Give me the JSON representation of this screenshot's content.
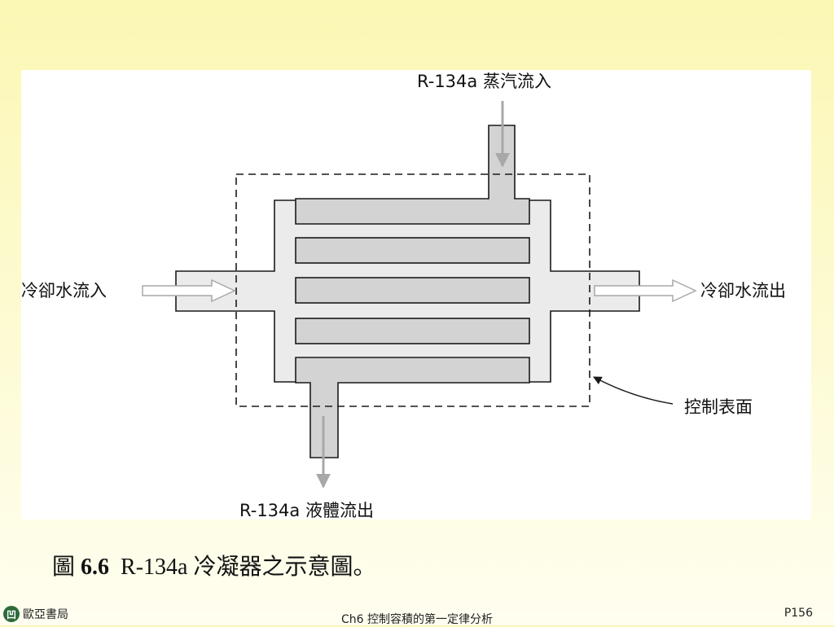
{
  "diagram": {
    "labels": {
      "vapor_in": "R-134a 蒸汽流入",
      "liquid_out": "R-134a 液體流出",
      "water_in": "冷卻水流入",
      "water_out": "冷卻水流出",
      "control_surface": "控制表面"
    },
    "colors": {
      "shell": "#ebebeb",
      "tube": "#d3d3d3",
      "stroke": "#1a1a1a",
      "arrow": "#a8a8a8"
    }
  },
  "caption": {
    "prefix": "圖",
    "number": "6.6",
    "text": "R-134a 冷凝器之示意圖。"
  },
  "footer": {
    "publisher_mark": "凹",
    "publisher": "歐亞書局",
    "chapter": "Ch6 控制容積的第一定律分析",
    "page": "P156"
  }
}
